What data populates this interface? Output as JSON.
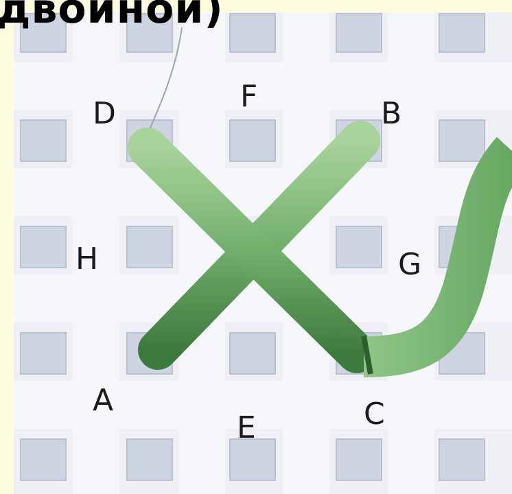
{
  "title": "двойной)",
  "points": {
    "a": "A",
    "b": "B",
    "c": "C",
    "d": "D",
    "e": "E",
    "f": "F",
    "g": "G",
    "h": "H"
  },
  "colors": {
    "background": "#fffde0",
    "canvas_light": "#f1f2f6",
    "canvas_grid": "#c8ccd8",
    "thread_dark": "#3f7f3f",
    "thread_light": "#9dcb92"
  }
}
